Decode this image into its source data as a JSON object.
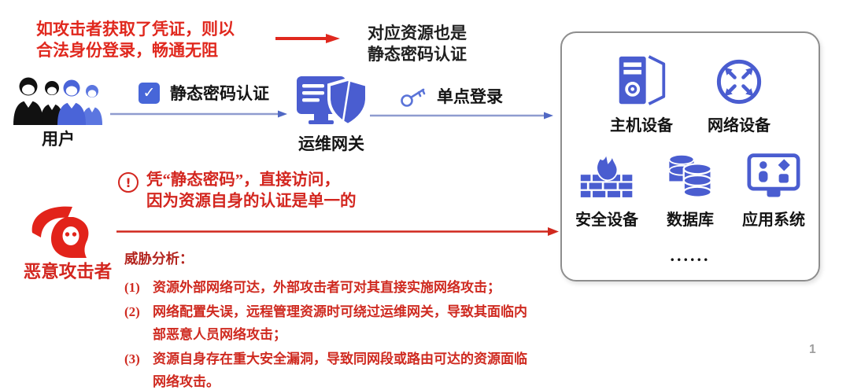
{
  "colors": {
    "accent_blue": "#4a5dd0",
    "arrow_blue": "#8f9ccf",
    "red": "#e0281e",
    "warning_red": "#d3261f",
    "analysis_red": "#cf2a20",
    "box_border_gray": "#8e8e8e",
    "page_num_gray": "#9e9e9e"
  },
  "icons": {
    "users": "users-icon",
    "checkbox": "checkbox-check-icon",
    "gateway": "monitor-shield-icon",
    "sso": "key-icon",
    "warning": "exclamation-circle-icon",
    "attacker": "hooded-attacker-icon"
  },
  "top_note": {
    "lines": [
      "如攻击者获取了凭证，则以",
      "合法身份登录，畅通无阻"
    ]
  },
  "resource_note": {
    "lines": [
      "对应资源也是",
      "静态密码认证"
    ]
  },
  "flow": {
    "users_label": "用户",
    "auth_label": "静态密码认证",
    "gateway_label": "运维网关",
    "sso_label": "单点登录"
  },
  "resource_box": {
    "items": [
      {
        "label": "主机设备",
        "icon": "server-icon"
      },
      {
        "label": "网络设备",
        "icon": "network-device-icon"
      },
      {
        "label": "安全设备",
        "icon": "firewall-flame-icon"
      },
      {
        "label": "数据库",
        "icon": "database-icon"
      },
      {
        "label": "应用系统",
        "icon": "app-system-icon"
      }
    ],
    "ellipsis": "......"
  },
  "attack": {
    "warning_lines": [
      "凭“静态密码”，直接访问，",
      "因为资源自身的认证是单一的"
    ],
    "warning_mark": "!",
    "attacker_label": "恶意攻击者",
    "analysis_title": "威胁分析：",
    "items": [
      {
        "num": "(1)",
        "lines": [
          "资源外部网络可达，外部攻击者可对其直接实施网络攻击；",
          ""
        ]
      },
      {
        "num": "(2)",
        "lines": [
          "网络配置失误，远程管理资源时可绕过运维网关，导致其面临内",
          "部恶意人员网络攻击；"
        ]
      },
      {
        "num": "(3)",
        "lines": [
          "资源自身存在重大安全漏洞，导致同网段或路由可达的资源面临",
          "网络攻击。"
        ]
      }
    ]
  },
  "page": {
    "number": "1"
  }
}
